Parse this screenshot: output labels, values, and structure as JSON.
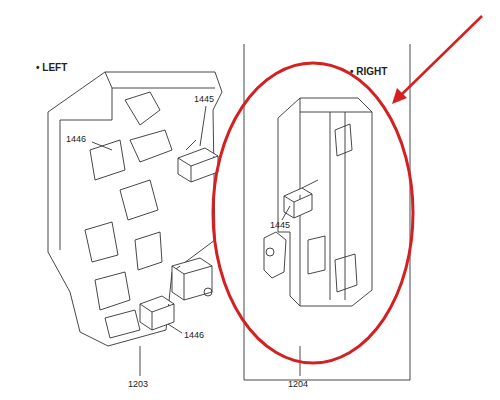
{
  "diagram": {
    "labels": [
      "• LEFT",
      "1446",
      "1445",
      "1446",
      "1203",
      "• RIGHT",
      "1445",
      "1204"
    ]
  }
}
